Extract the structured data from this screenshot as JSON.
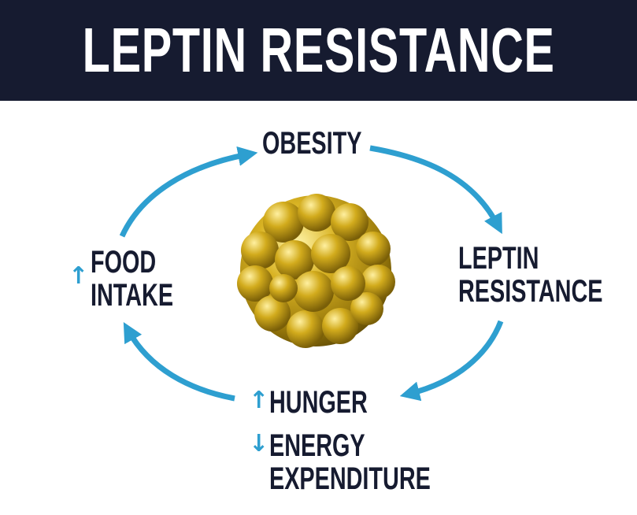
{
  "header": {
    "title": "LEPTIN RESISTANCE"
  },
  "cycle": {
    "obesity": "OBESITY",
    "leptin_resistance": [
      "LEPTIN",
      "RESISTANCE"
    ],
    "hunger": "HUNGER",
    "energy_expenditure": [
      "ENERGY",
      "EXPENDITURE"
    ],
    "food_intake": [
      "FOOD",
      "INTAKE"
    ],
    "indicators": {
      "up": "↑",
      "down": "↓"
    }
  },
  "colors": {
    "banner": "#161b30",
    "text": "#161b30",
    "arrow": "#2e9fd0",
    "fat_cell": "#c9a619"
  },
  "icons": {
    "center": "fat-cell-icon"
  }
}
